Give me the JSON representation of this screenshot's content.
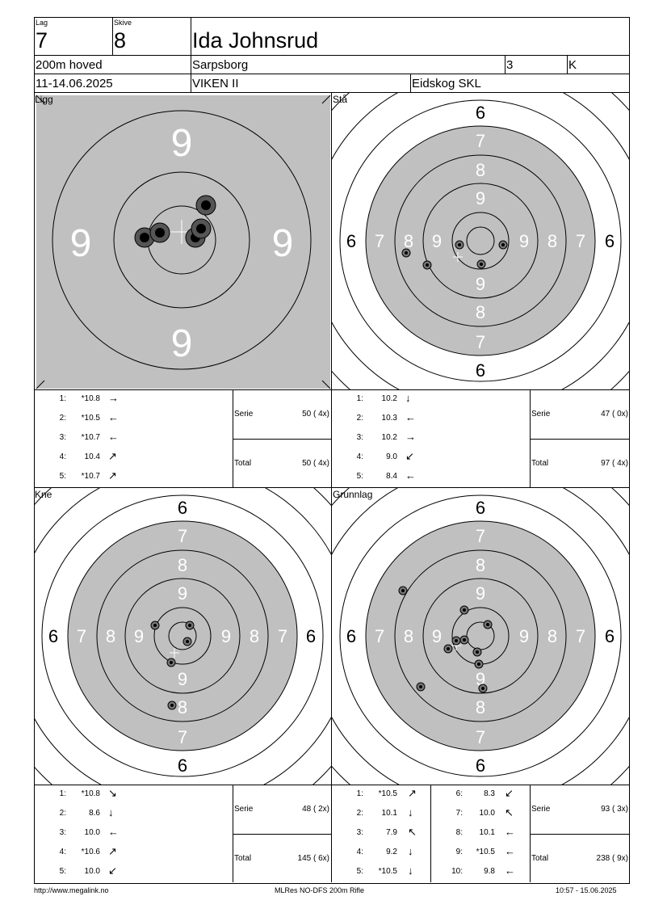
{
  "header": {
    "lag_label": "Lag",
    "lag": "7",
    "skive_label": "Skive",
    "skive": "8",
    "name": "Ida Johnsrud",
    "competition": "200m hoved",
    "club": "Sarpsborg",
    "class_number": "3",
    "class_letter": "K",
    "date": "11-14.06.2025",
    "region": "VIKEN II",
    "venue": "Eidskog SKL"
  },
  "panels": [
    {
      "id": "ligg",
      "title": "Ligg",
      "ring_labels_inner": "9",
      "shots": [
        {
          "n": "1:",
          "score": "*10.8",
          "arrow": "→"
        },
        {
          "n": "2:",
          "score": "*10.5",
          "arrow": "←"
        },
        {
          "n": "3:",
          "score": "*10.7",
          "arrow": "←"
        },
        {
          "n": "4:",
          "score": "10.4",
          "arrow": "↗"
        },
        {
          "n": "5:",
          "score": "*10.7",
          "arrow": "↗"
        }
      ],
      "serie_label": "Serie",
      "serie": "50 ( 4x)",
      "total_label": "Total",
      "total": "50 ( 4x)"
    },
    {
      "id": "sta",
      "title": "Stå",
      "shots": [
        {
          "n": "1:",
          "score": "10.2",
          "arrow": "↓"
        },
        {
          "n": "2:",
          "score": "10.3",
          "arrow": "←"
        },
        {
          "n": "3:",
          "score": "10.2",
          "arrow": "→"
        },
        {
          "n": "4:",
          "score": "9.0",
          "arrow": "↙"
        },
        {
          "n": "5:",
          "score": "8.4",
          "arrow": "←"
        }
      ],
      "serie_label": "Serie",
      "serie": "47 ( 0x)",
      "total_label": "Total",
      "total": "97 ( 4x)"
    },
    {
      "id": "kne",
      "title": "Kne",
      "shots": [
        {
          "n": "1:",
          "score": "*10.8",
          "arrow": "↘"
        },
        {
          "n": "2:",
          "score": "8.6",
          "arrow": "↓"
        },
        {
          "n": "3:",
          "score": "10.0",
          "arrow": "←"
        },
        {
          "n": "4:",
          "score": "*10.6",
          "arrow": "↗"
        },
        {
          "n": "5:",
          "score": "10.0",
          "arrow": "↙"
        }
      ],
      "serie_label": "Serie",
      "serie": "48 ( 2x)",
      "total_label": "Total",
      "total": "145 ( 6x)"
    },
    {
      "id": "grunnlag",
      "title": "Grunnlag",
      "shots": [
        {
          "n": "1:",
          "score": "*10.5",
          "arrow": "↗"
        },
        {
          "n": "2:",
          "score": "10.1",
          "arrow": "↓"
        },
        {
          "n": "3:",
          "score": "7.9",
          "arrow": "↖"
        },
        {
          "n": "4:",
          "score": "9.2",
          "arrow": "↓"
        },
        {
          "n": "5:",
          "score": "*10.5",
          "arrow": "↓"
        }
      ],
      "shots2": [
        {
          "n": "6:",
          "score": "8.3",
          "arrow": "↙"
        },
        {
          "n": "7:",
          "score": "10.0",
          "arrow": "↖"
        },
        {
          "n": "8:",
          "score": "10.1",
          "arrow": "←"
        },
        {
          "n": "9:",
          "score": "*10.5",
          "arrow": "←"
        },
        {
          "n": "10:",
          "score": "9.8",
          "arrow": "←"
        }
      ],
      "serie_label": "Serie",
      "serie": "93 ( 3x)",
      "total_label": "Total",
      "total": "238 ( 9x)"
    }
  ],
  "target_labels": {
    "six": "6",
    "seven": "7",
    "eight": "8",
    "nine": "9"
  },
  "footer": {
    "left": "http://www.megalink.no",
    "center": "MLRes NO-DFS 200m Rifle",
    "right": "10:57 - 15.06.2025"
  }
}
